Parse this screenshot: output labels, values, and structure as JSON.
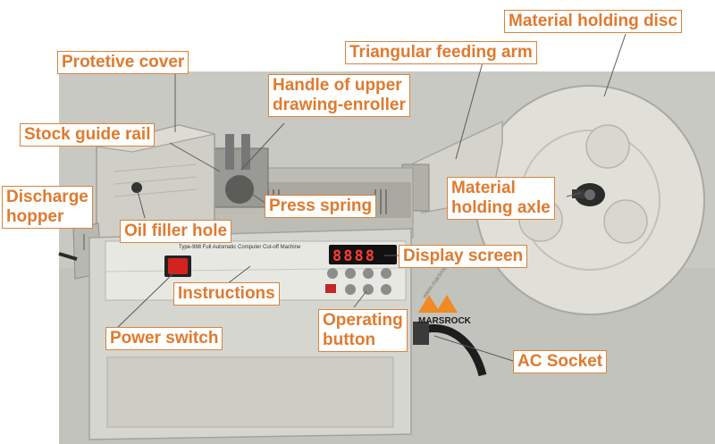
{
  "colors": {
    "label_text": "#e07a2e",
    "label_border": "#d8843c",
    "leader_line": "#5a5a5a",
    "machine_body": "#d6d6d0",
    "backdrop": "#c9c9c4",
    "power_switch": "#d4231f",
    "display_digits": "#ff3b30",
    "brand_orange": "#f08a24"
  },
  "labels": {
    "material_holding_disc": "Material holding disc",
    "triangular_feeding_arm": "Triangular feeding arm",
    "protective_cover": "Protetive cover",
    "handle_line1": "Handle of upper",
    "handle_line2": "drawing-enroller",
    "stock_guide_rail": "Stock guide rail",
    "discharge_line1": "Discharge",
    "discharge_line2": "hopper",
    "oil_filler_hole": "Oil filler hole",
    "press_spring": "Press spring",
    "material_axle_line1": "Material",
    "material_axle_line2": "holding axle",
    "display_screen": "Display screen",
    "instructions": "Instructions",
    "power_switch": "Power switch",
    "operating_line1": "Operating",
    "operating_line2": "button",
    "ac_socket": "AC Socket"
  },
  "photo_text": {
    "panel_title": "Type-988 Full Automatic Computer Cut-off Machine",
    "brand": "MARSROCK",
    "display_digits": "8888",
    "watermark": "www.marsrock.com.cn"
  }
}
